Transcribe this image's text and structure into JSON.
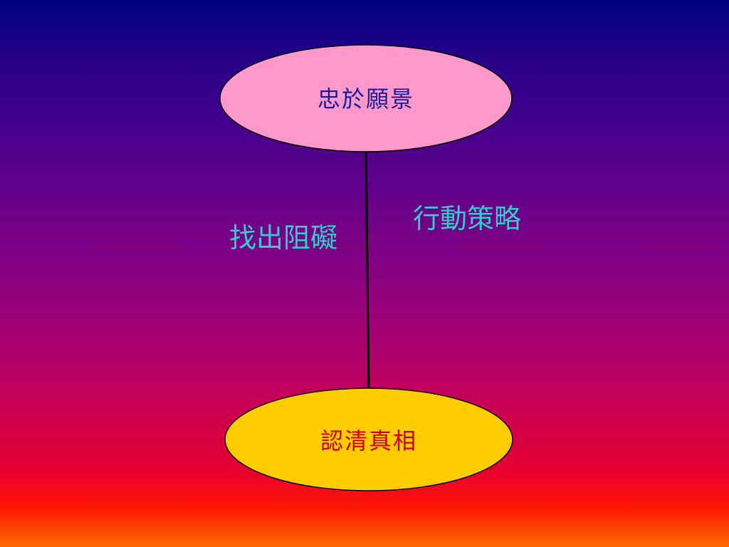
{
  "diagram": {
    "top_node": {
      "label": "忠於願景",
      "fill": "#FF99CC",
      "text_color": "#1A1A99"
    },
    "bottom_node": {
      "label": "認清真相",
      "fill": "#FFCC00",
      "text_color": "#CC0000"
    },
    "left_label": {
      "text": "找出阻礙",
      "color": "#33CCCC"
    },
    "right_label": {
      "text": "行動策略",
      "color": "#33CCCC"
    },
    "connector_color": "#000000"
  }
}
